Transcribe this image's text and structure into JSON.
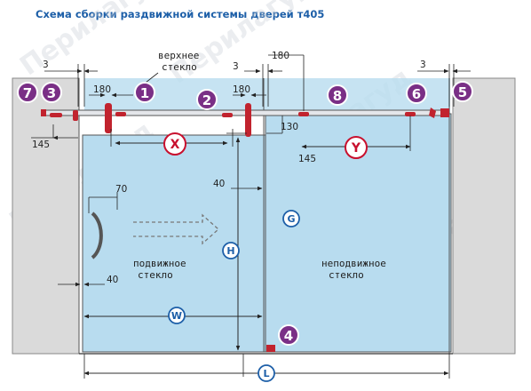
{
  "title": "Схема сборки раздвижной системы дверей т405",
  "watermark": "Перилагуд",
  "colors": {
    "title": "#1d5fa8",
    "glass": "#b8dcef",
    "wall": "#dadada",
    "rail": "#e4e6ea",
    "fitting": "#c1232e",
    "badge_purple": "#7a2f86",
    "badge_red": "#c8102e",
    "badge_blue": "#1d5fa8"
  },
  "labels": {
    "top_glass_1": "верхнее",
    "top_glass_2": "стекло",
    "sliding_glass_1": "подвижное",
    "sliding_glass_2": "стекло",
    "fixed_glass_1": "неподвижное",
    "fixed_glass_2": "стекло"
  },
  "dims": {
    "gap_left": "3",
    "gap_mid": "3",
    "gap_right": "3",
    "d180_a": "180",
    "d180_b": "180",
    "d180_c": "180",
    "d145_a": "145",
    "d145_b": "145",
    "d130": "130",
    "d70": "70",
    "d40_a": "40",
    "d40_b": "40"
  },
  "badges": {
    "n1": "1",
    "n2": "2",
    "n3": "3",
    "n4": "4",
    "n5": "5",
    "n6": "6",
    "n7": "7",
    "n8": "8",
    "X": "X",
    "Y": "Y",
    "H": "H",
    "G": "G",
    "W": "W",
    "L": "L"
  },
  "icons": [
    "handle-icon",
    "arrow-right-icon",
    "roller-icon",
    "rail-end-icon"
  ]
}
